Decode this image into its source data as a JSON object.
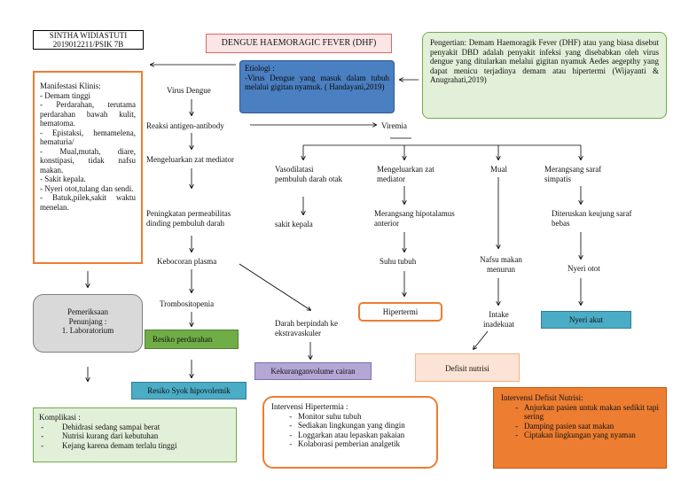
{
  "author": {
    "name": "SINTHA WIDIASTUTI",
    "id": "2019012211/PSIK 7B"
  },
  "title": "DENGUE HAEMORAGIC FEVER (DHF)",
  "etiologi": {
    "heading": "Etiologi :",
    "text": "-Virus Dengue yang masuk dalam tubuh melalui gigitan nyamuk. ( Handayani,2019)"
  },
  "pengertian": "Pengertian: Demam Haemoragik Fever (DHF) atau yang biasa disebut penyakit DBD adalah penyakit infeksi yang disebabkan oleh virus dengue yang ditularkan melalui gigitan nyamuk Aedes aegepthy yang dapat menicu terjadinya demam atau hipertermi (Wijayanti & Anugrahati,2019)",
  "manifestasi": {
    "heading": "Manifestasi Klinis:",
    "items": [
      "- Demam tinggi",
      "- Perdarahan, terutama perdarahan bawah kulit, hematoma.",
      "- Epistaksi, hemamelena, hematuria/",
      "- Mual,mutah, diare, konstipasi, tidak nafsu makan.",
      "- Sakit kepala.",
      "- Nyeri otot,tulang dan sendi.",
      "- Batuk,pilek,sakit waktu menelan."
    ]
  },
  "pemeriksaan": {
    "line1": "Pemeriksaan",
    "line2": "Penunjang :",
    "line3": "1. Laboratorium"
  },
  "komplikasi": {
    "heading": "Komplikasi :",
    "items": [
      "Dehidrasi sedang sampai berat",
      "Nutrisi kurang dari kebutuhan",
      "Kejang  karena demam terlalu tinggi"
    ]
  },
  "flow": {
    "virus": "Virus Dengue",
    "reaksi": "Reaksi antigen-antibody",
    "viremia": "Viremia",
    "mediator": "Mengeluarkan zat mediator",
    "permeabilitas": "Peningkatan permeabilitas dinding pembuluh darah",
    "kebocoran": "Kebocoran plasma",
    "trombositopenia": "Trombositopenia",
    "resiko_perdarahan": "Resiko perdarahan",
    "resiko_syok": "Resiko Syok hipovolemik",
    "darah_pindah": "Darah berpindah ke ekstravaskuler",
    "kekurangan": "Kekuranganvolume cairan",
    "vasodilatasi": "Vasodilatasi pembuluh darah otak",
    "sakit_kepala": "sakit kepala",
    "mengeluarkan2": "Mengeluarkan zat mediator",
    "merangsang_hipo": "Merangsang hipotalamus anterior",
    "suhu": "Suhu tubuh",
    "hipertermi": "Hipertermi",
    "mual": "Mual",
    "nafsu": "Nafsu makan menurun",
    "intake": "Intake inadekuat",
    "defisit": "Defisit nutrisi",
    "merangsang_saraf": "Merangsang saraf simpatis",
    "diteruskan": "Diteruskan keujung saraf bebas",
    "nyeri_otot": "Nyeri otot",
    "nyeri_akut": "Nyeri akut"
  },
  "intervensi_hipertermia": {
    "heading": "Intervensi Hipertermia :",
    "items": [
      "Monitor suhu tubuh",
      "Sediakan lingkungan yang dingin",
      "Loggarkan atau lepaskan pakaian",
      "Kolaborasi pemberian analgetik"
    ]
  },
  "intervensi_nutrisi": {
    "heading": "Intervensi Defisit Nutrisi:",
    "items": [
      "Anjurkan pasien untuk makan sedikit tapi sering",
      "Damping pasien saat makan",
      "Ciptakan lingkungan yang nyaman"
    ]
  },
  "colors": {
    "orange_border": "#ed7d31",
    "blue_box": "#4a7fc1",
    "green_box": "#e2efd9",
    "green_dark": "#70ad47",
    "teal": "#4bacc6",
    "purple": "#b4a7d6",
    "pink": "#f4cccc",
    "orange_fill": "#ed7d31",
    "peach": "#fbe4d5",
    "gray": "#d9d9d9"
  }
}
